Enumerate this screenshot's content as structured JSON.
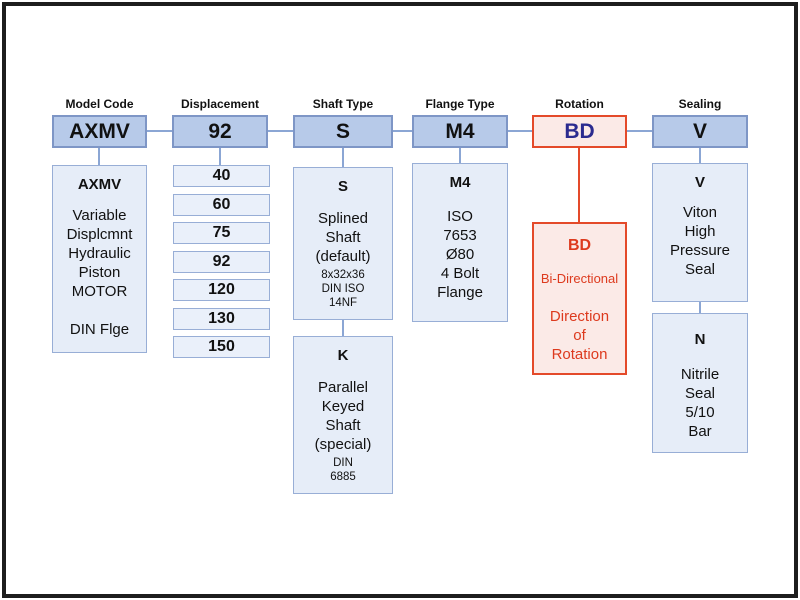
{
  "colors": {
    "top_box_fill": "#b7cae9",
    "top_box_border": "#7e96c6",
    "detail_box_fill": "#e6edf8",
    "detail_box_border": "#98aed6",
    "connector_blue": "#8ba6d4",
    "highlight_border": "#e44a2a",
    "highlight_fill": "#fbeae7",
    "highlight_text": "#dd3a1e",
    "code_navy": "#2b2b8f",
    "text_black": "#111111"
  },
  "diagram": {
    "columns": [
      {
        "label": "Model Code",
        "code": "AXMV",
        "detail": {
          "header": "AXMV",
          "body": "Variable\nDisplcmnt\nHydraulic\nPiston\nMOTOR\n\nDIN Flge"
        }
      },
      {
        "label": "Displacement",
        "code": "92",
        "options": [
          "40",
          "60",
          "75",
          "92",
          "120",
          "130",
          "150"
        ]
      },
      {
        "label": "Shaft Type",
        "code": "S",
        "detail": {
          "header": "S",
          "body": "Splined\nShaft\n(default)",
          "note": "8x32x36\nDIN ISO\n14NF"
        },
        "detail2": {
          "header": "K",
          "body": "Parallel\nKeyed\nShaft\n(special)",
          "note": "DIN\n6885"
        }
      },
      {
        "label": "Flange Type",
        "code": "M4",
        "detail": {
          "header": "M4",
          "body": "ISO\n7653\nØ80\n4 Bolt\nFlange"
        }
      },
      {
        "label": "Rotation",
        "code": "BD",
        "detail": {
          "header": "BD",
          "subtitle": "Bi-Directional",
          "body": "Direction\nof\nRotation"
        }
      },
      {
        "label": "Sealing",
        "code": "V",
        "detail": {
          "header": "V",
          "body": "Viton\nHigh\nPressure\nSeal"
        },
        "detail2": {
          "header": "N",
          "body": "Nitrile\nSeal\n5/10\nBar"
        }
      }
    ]
  }
}
